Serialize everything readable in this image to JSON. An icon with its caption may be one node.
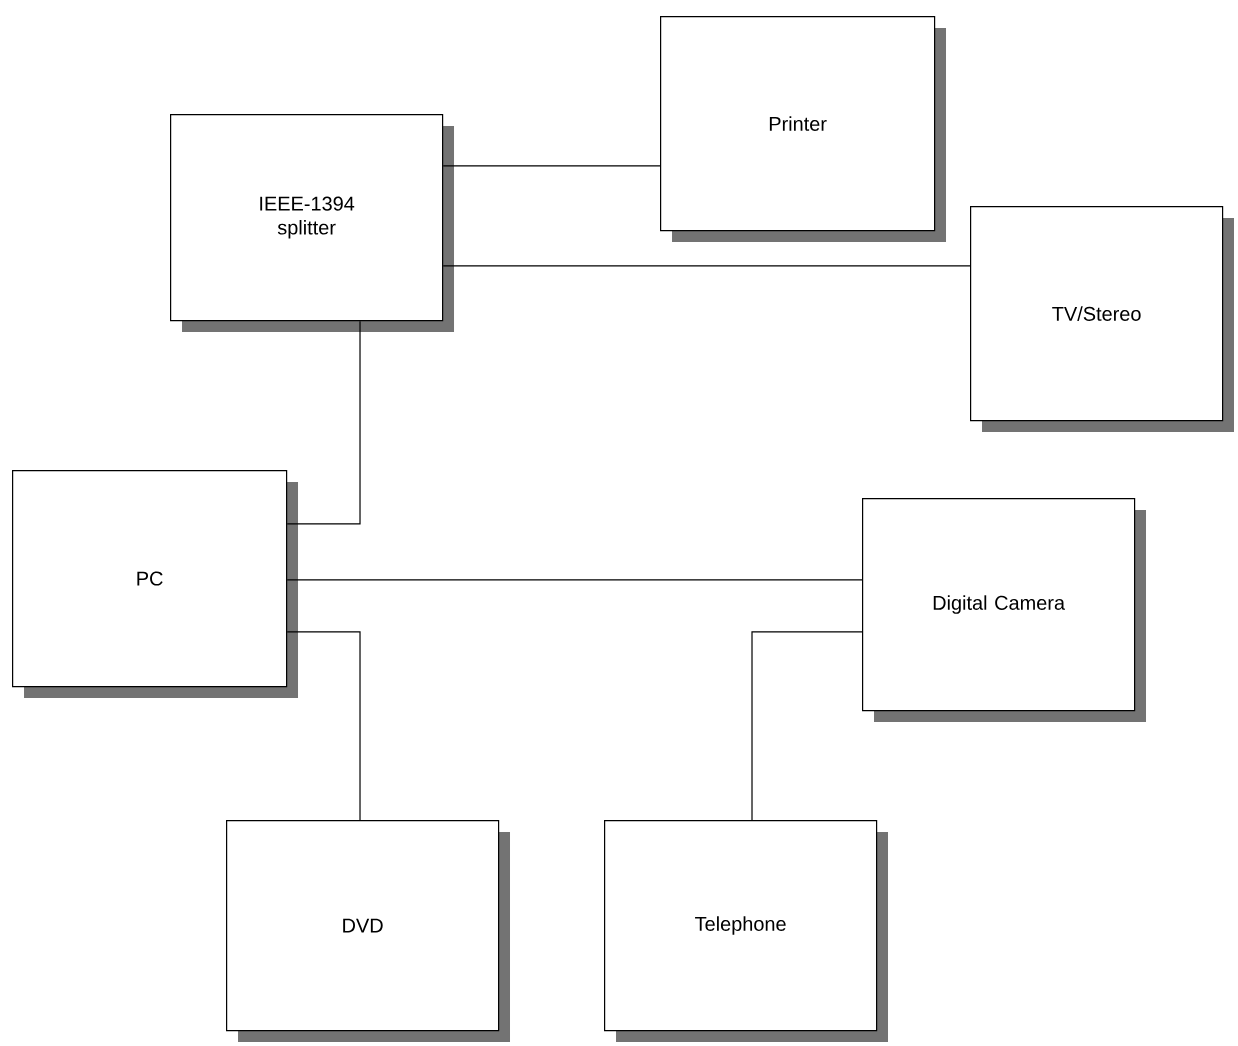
{
  "diagram": {
    "nodes": [
      {
        "text": [
          "IEEE-1394 splitter"
        ]
      },
      {
        "text": [
          "Printer"
        ]
      },
      {
        "text": [
          "TV/Stereo"
        ]
      },
      {
        "text": [
          "PC"
        ]
      },
      {
        "text": [
          "Digital Camera"
        ]
      },
      {
        "text": [
          "DVD"
        ]
      },
      {
        "text": [
          "Telephone"
        ]
      }
    ],
    "edges": [
      {
        "from": 0,
        "to": 1,
        "arrow": "none"
      },
      {
        "from": 0,
        "to": 2,
        "arrow": "none"
      },
      {
        "from": 0,
        "to": 3,
        "arrow": "none"
      },
      {
        "from": 3,
        "to": 4,
        "arrow": "none"
      },
      {
        "from": 3,
        "to": 5,
        "arrow": "none"
      },
      {
        "from": 4,
        "to": 6,
        "arrow": "none"
      }
    ]
  }
}
